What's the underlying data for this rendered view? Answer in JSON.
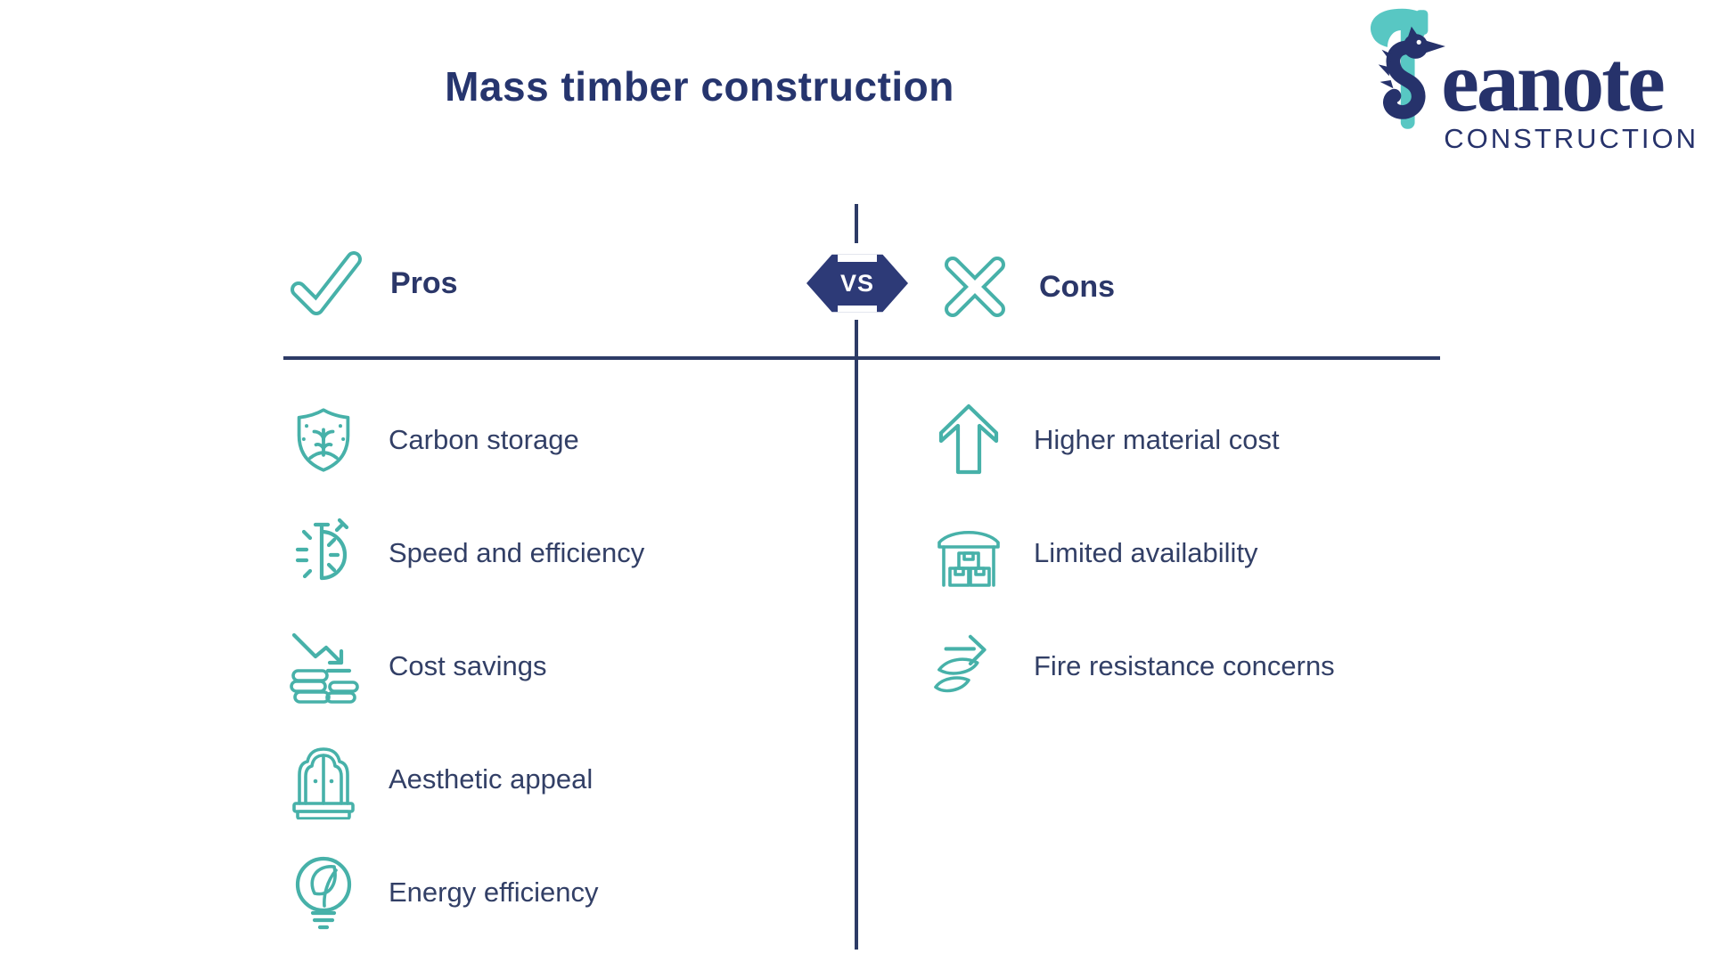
{
  "title": "Mass timber construction",
  "logo": {
    "brand_text": "eanote",
    "brand_subtitle": "CONSTRUCTION"
  },
  "vs_label": "VS",
  "pros": {
    "header": "Pros",
    "header_icon": "check-icon",
    "items": [
      {
        "icon": "shield-tree-icon",
        "label": "Carbon storage"
      },
      {
        "icon": "stopwatch-icon",
        "label": "Speed and efficiency"
      },
      {
        "icon": "coins-down-arrow-icon",
        "label": "Cost savings"
      },
      {
        "icon": "arch-window-icon",
        "label": "Aesthetic appeal"
      },
      {
        "icon": "leaf-bulb-icon",
        "label": "Energy efficiency"
      }
    ]
  },
  "cons": {
    "header": "Cons",
    "header_icon": "x-icon",
    "items": [
      {
        "icon": "arrow-up-icon",
        "label": "Higher material cost"
      },
      {
        "icon": "warehouse-boxes-icon",
        "label": "Limited availability"
      },
      {
        "icon": "wind-arrow-icon",
        "label": "Fire resistance concerns"
      }
    ]
  },
  "colors": {
    "navy_title": "#26356e",
    "navy_text": "#323f66",
    "line_navy": "#2d3b66",
    "badge_navy": "#2d3a77",
    "icon_teal": "#47b1a9",
    "logo_teal": "#58c7c3",
    "logo_navy": "#26326b"
  }
}
